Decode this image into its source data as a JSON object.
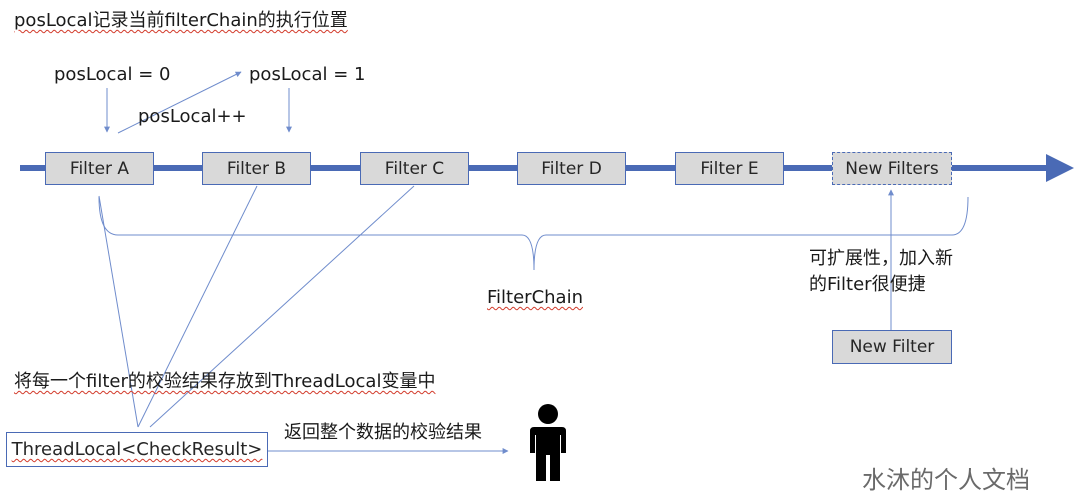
{
  "title": "posLocal记录当前filterChain的执行位置",
  "pos_labels": {
    "pos0": "posLocal = 0",
    "pos1": "posLocal = 1",
    "increment": "posLocal++"
  },
  "filters": [
    {
      "label": "Filter A"
    },
    {
      "label": "Filter B"
    },
    {
      "label": "Filter C"
    },
    {
      "label": "Filter D"
    },
    {
      "label": "Filter E"
    },
    {
      "label": "New Filters"
    }
  ],
  "chain_label": "FilterChain",
  "extensibility_note": [
    "可扩展性，加入新",
    "的Filter很便捷"
  ],
  "new_filter_label": "New Filter",
  "threadlocal_note": "将每一个filter的校验结果存放到ThreadLocal变量中",
  "threadlocal_box": "ThreadLocal<CheckResult>",
  "return_label": "返回整个数据的校验结果",
  "watermark": "水沐的个人文档",
  "colors": {
    "arrow_blue": "#4a6ab5",
    "box_gray": "#d9d9d9",
    "thin_line": "#6f8ccc"
  }
}
